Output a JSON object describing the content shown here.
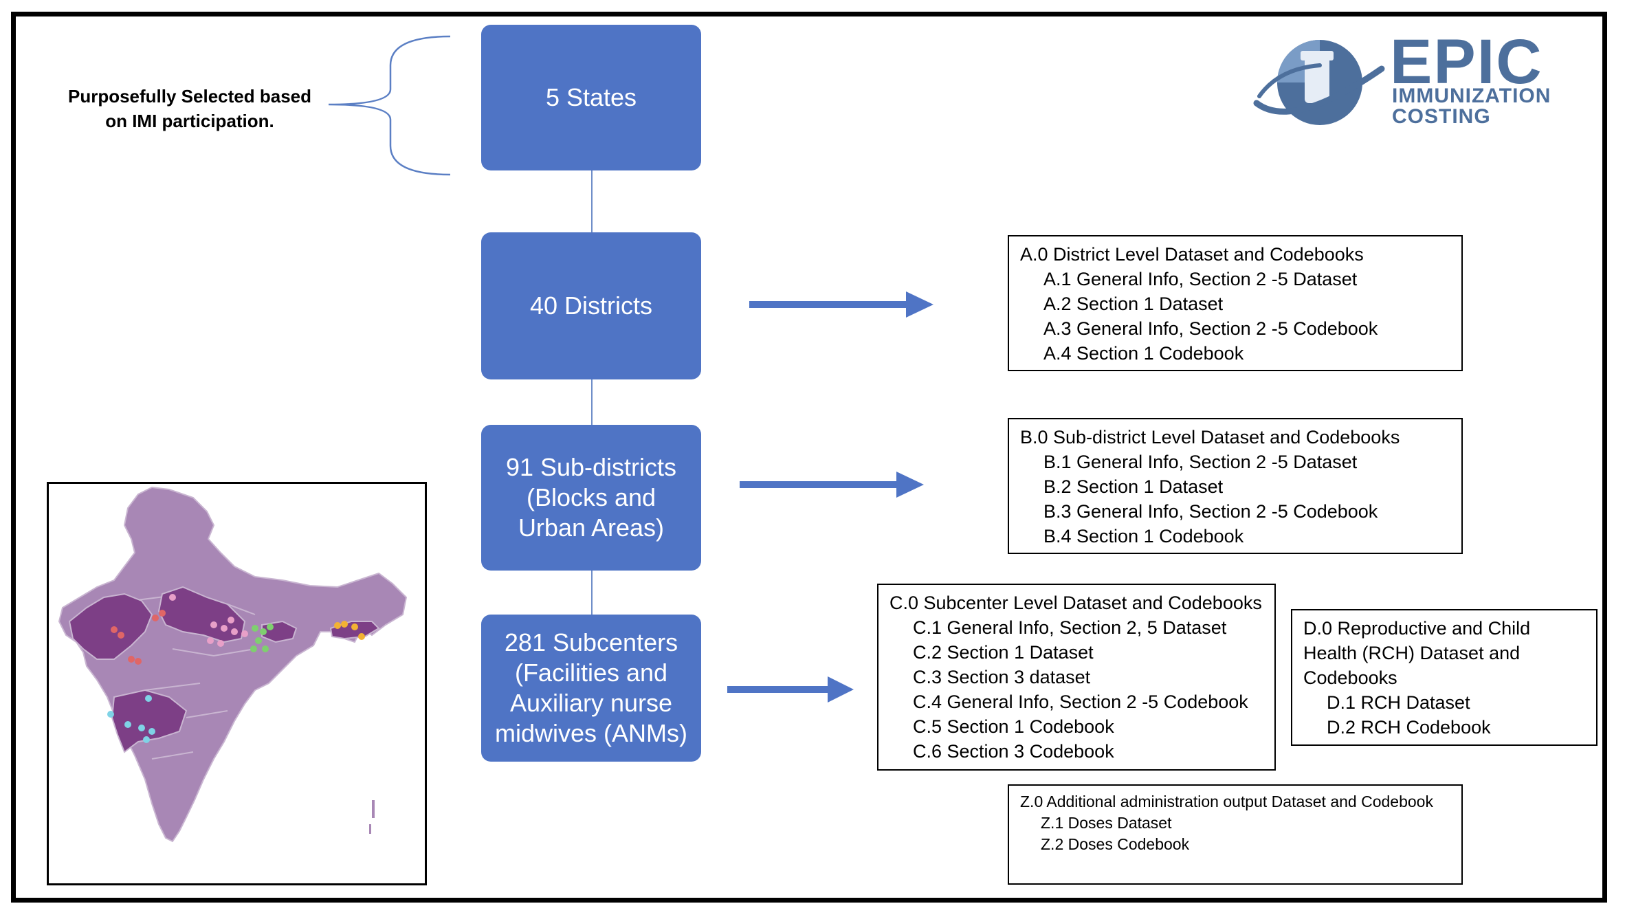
{
  "note": "Purposefully Selected based on IMI participation.",
  "levels": [
    "5 States",
    "40 Districts",
    "91 Sub-districts (Blocks and Urban Areas)",
    "281 Subcenters (Facilities and Auxiliary nurse midwives (ANMs)"
  ],
  "district": {
    "title": "A.0 District Level Dataset and Codebooks",
    "items": [
      "A.1 General Info, Section 2 -5 Dataset",
      "A.2 Section 1 Dataset",
      "A.3 General Info, Section 2 -5 Codebook",
      "A.4 Section 1 Codebook"
    ]
  },
  "subdistrict": {
    "title": "B.0 Sub-district Level Dataset and Codebooks",
    "items": [
      "B.1 General Info, Section 2 -5 Dataset",
      "B.2 Section 1 Dataset",
      "B.3 General Info, Section 2 -5 Codebook",
      "B.4 Section 1 Codebook"
    ]
  },
  "subcenter": {
    "title": "C.0 Subcenter Level Dataset and Codebooks",
    "items": [
      "C.1 General Info, Section 2, 5 Dataset",
      "C.2 Section 1 Dataset",
      "C.3 Section 3 dataset",
      "C.4 General Info, Section 2 -5 Codebook",
      "C.5 Section 1 Codebook",
      "C.6 Section 3 Codebook"
    ]
  },
  "rch": {
    "title": "D.0 Reproductive and Child Health (RCH) Dataset and Codebooks",
    "items": [
      "D.1 RCH Dataset",
      "D.2 RCH Codebook"
    ]
  },
  "additional": {
    "title": "Z.0 Additional administration output Dataset and Codebook",
    "items": [
      "Z.1 Doses Dataset",
      "Z.2 Doses Codebook"
    ]
  },
  "logo": {
    "word": "EPIC",
    "line1": "IMMUNIZATION",
    "line2": "COSTING",
    "color": "#4d6f9c"
  },
  "colors": {
    "box": "#4f74c5",
    "map_highlight": "#7d3f86",
    "map_base": "#a887b5"
  }
}
